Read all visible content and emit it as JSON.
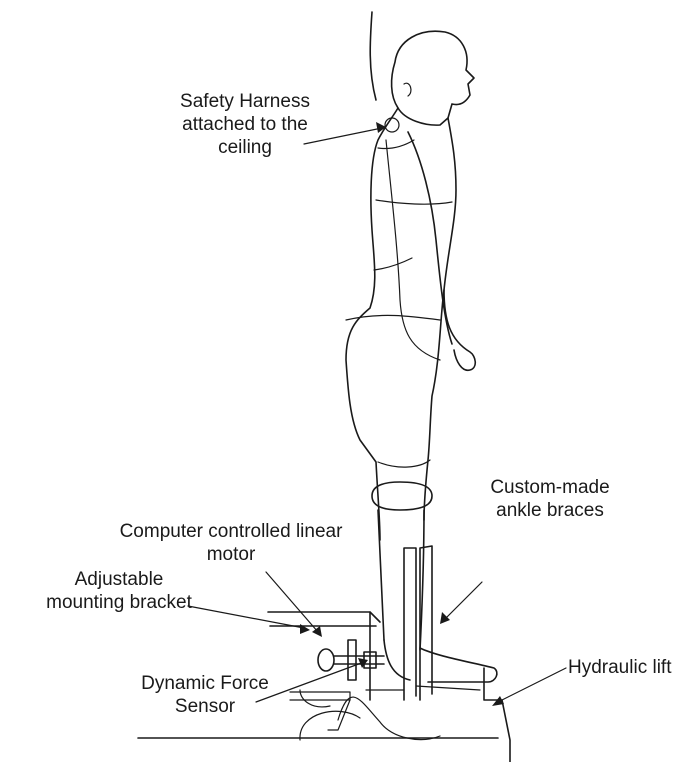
{
  "labels": {
    "harness": "Safety Harness\nattached to the\nceiling",
    "motor": "Computer controlled linear\nmotor",
    "braces": "Custom-made\nankle braces",
    "bracket": "Adjustable\nmounting bracket",
    "sensor": "Dynamic Force\nSensor",
    "lift": "Hydraulic lift"
  }
}
